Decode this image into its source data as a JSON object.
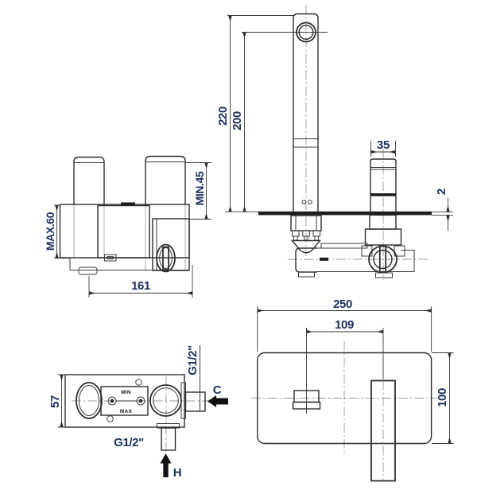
{
  "drawing": {
    "views": {
      "side": {
        "total_height": "220",
        "spout_height": "200",
        "handle_diameter": "35",
        "plate_thickness": "2"
      },
      "rough_front": {
        "max_depth": "MAX.60",
        "min_depth": "MIN.45",
        "body_width": "161"
      },
      "rough_top": {
        "body_depth": "57",
        "cold_thread": "G1/2\"",
        "cold_label": "C",
        "hot_thread": "G1/2\"",
        "hot_label": "H",
        "min_marking": "MIN",
        "max_marking": "MAX"
      },
      "plate_front": {
        "plate_width": "250",
        "spout_offset": "109",
        "plate_height": "100"
      }
    },
    "colors": {
      "outline": "#2d2d2d",
      "dim_text": "#1e3060",
      "centerline": "#9a9a9a",
      "hidden_line": "#ababab",
      "arrow": "#111111"
    }
  }
}
